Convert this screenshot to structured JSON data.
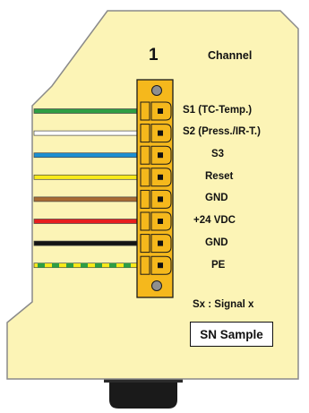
{
  "colors": {
    "housing": "#fcf4b6",
    "housing_stroke": "#8a8a8a",
    "connector": "#f5b81c",
    "connector_dark": "#c58a00",
    "foot": "#1a1a1a"
  },
  "channel": {
    "number": "1",
    "label": "Channel"
  },
  "pins": [
    {
      "label": "S1 (TC-Temp.)",
      "wire": "green",
      "color": "#2e9e44"
    },
    {
      "label": "S2 (Press./IR-T.)",
      "wire": "white",
      "color": "#ffffff"
    },
    {
      "label": "S3",
      "wire": "blue",
      "color": "#1c8fd2"
    },
    {
      "label": "Reset",
      "wire": "yellow",
      "color": "#f7ea1a"
    },
    {
      "label": "GND",
      "wire": "brown",
      "color": "#a86a32"
    },
    {
      "label": "+24 VDC",
      "wire": "red",
      "color": "#e81e1e"
    },
    {
      "label": "GND",
      "wire": "black",
      "color": "#141414"
    },
    {
      "label": "PE",
      "wire": "green-yellow",
      "color": "#f7ea1a",
      "stripe": "#2e9e44"
    }
  ],
  "legend": "Sx : Signal x",
  "sample_label": "SN Sample"
}
